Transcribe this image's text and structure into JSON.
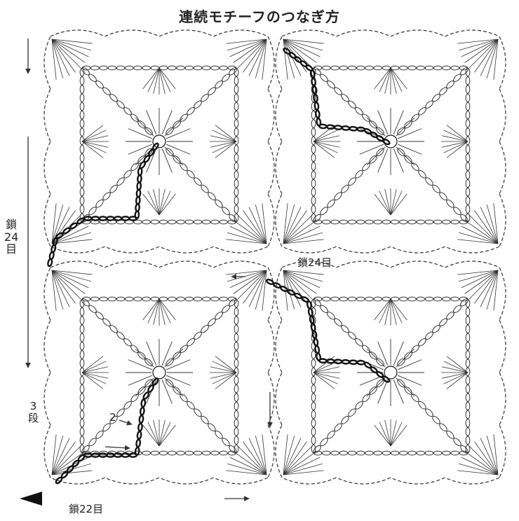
{
  "title": "連続モチーフのつなぎ方",
  "labels": {
    "side_chain_char": "鎖",
    "side_chain_num": "24",
    "side_chain_unit": "目",
    "chain24": "鎖24目",
    "chain22": "鎖22目",
    "round3_num": "3",
    "round3_unit": "段",
    "round2": "2"
  },
  "colors": {
    "line": "#333333",
    "path": "#111111",
    "background": "#ffffff"
  },
  "motifs": {
    "rows": 2,
    "cols": 2
  }
}
